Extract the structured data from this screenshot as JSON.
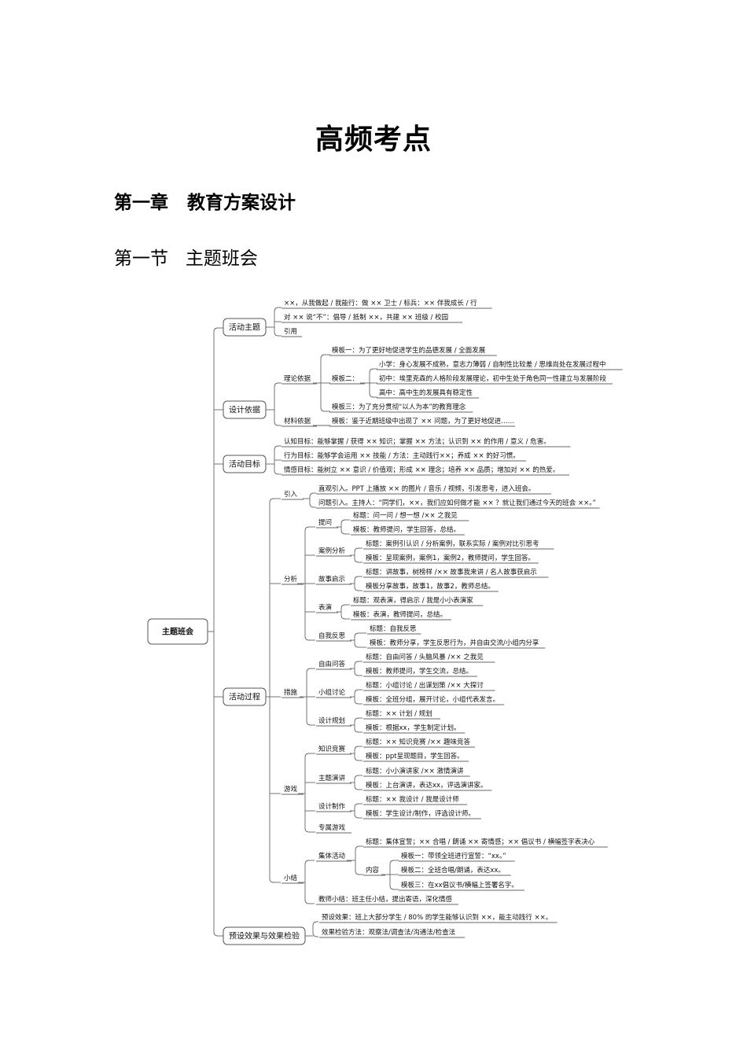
{
  "title": "高频考点",
  "chapter": "第一章   教育方案设计",
  "section": "第一节   主题班会",
  "mindmap": {
    "root": "主题班会",
    "branches": {
      "theme": {
        "label": "活动主题",
        "items": [
          "××，从我做起 / 我能行：做 ×× 卫士 / 标兵：×× 伴我成长 / 行",
          "对 ×× 说“不”：倡导 / 抵制 ××，共建 ×× 班级 / 校园",
          "引用"
        ]
      },
      "basis": {
        "label": "设计依据",
        "theory": "理论依据",
        "t1": "模板一：为了更好地促进学生的品德发展 / 全面发展",
        "t2": "模板二：",
        "t2a": "小学：身心发展不成熟，意志力薄弱 / 自制性比较差 / 思维尚处在发展过程中",
        "t2b": "初中：埃里克森的人格阶段发展理论，初中生处于角色同一性建立与发展阶段",
        "t2c": "高中：高中生的发展具有稳定性",
        "t3": "模板三：为了充分贯彻“以人为本”的教育理念",
        "material": "材料依据",
        "m1": "模板：鉴于近期班级中出现了 ×× 问题，为了更好地促进……"
      },
      "goals": {
        "label": "活动目标",
        "items": [
          "认知目标：能够掌握 / 获得 ×× 知识；掌握 ×× 方法；认识到 ×× 的作用 / 意义 / 危害。",
          "行为目标：能够学会运用 ×× 技能 / 方法：主动践行××；养成 ×× 的好习惯。",
          "情感目标：能树立 ×× 意识 / 价值观；形成 ×× 理念；培养 ×× 品质；增加对 ×× 的热爱。"
        ]
      },
      "process": {
        "label": "活动过程",
        "intro": {
          "label": "引入",
          "items": [
            "直观引入。PPT 上播放 ×× 的图片 / 音乐 / 视频，引发思考，进入班会。",
            "问题引入。主持人：“同学们，××，我们应如何做才能 ×× ？就让我们通过今天的班会 ××。”"
          ]
        },
        "analysis": {
          "label": "分析",
          "items": [
            {
              "label": "提问",
              "lines": [
                "标题：问一问 / 想一想 /×× 之我见",
                "模板：教师提问，学生回答，总结。"
              ]
            },
            {
              "label": "案例分析",
              "lines": [
                "标题：案例引认识 / 分析案例，联系实际 / 案例对比引思考",
                "模板：呈现案例，案例1，案例2，教师提问，学生回答。"
              ]
            },
            {
              "label": "故事启示",
              "lines": [
                "标题：讲故事，树榜样 /×× 故事我来讲 / 名人故事获启示",
                "模板分享故事，故事1，故事2，教师总结。"
              ]
            },
            {
              "label": "表演",
              "lines": [
                "标题：观表演，得启示 / 我是小小表演家",
                "模板：表演，教师提问，总结。"
              ]
            },
            {
              "label": "自我反思",
              "lines": [
                "标题：自我反思",
                "模板：教师分享，学生反思行为，并自由交流/小组内分享"
              ]
            }
          ]
        },
        "measures": {
          "label": "措施",
          "items": [
            {
              "label": "自由问答",
              "lines": [
                "标题：自由问答 / 头脑风暴 /×× 之我见",
                "模板：教师提问，学生交流，总结。"
              ]
            },
            {
              "label": "小组讨论",
              "lines": [
                "标题：小组讨论 / 出谋划策 /×× 大探讨",
                "模板：全班分组，展开讨论，小组代表发言。"
              ]
            },
            {
              "label": "设计规划",
              "lines": [
                "标题：×× 计划 / 规划",
                "模板：根据xx，学生制定计划。"
              ]
            }
          ]
        },
        "games": {
          "label": "游戏",
          "items": [
            {
              "label": "知识竞赛",
              "lines": [
                "标题：×× 知识竞赛 /×× 趣味竞答",
                "模板：ppt呈现题目，学生回答。"
              ]
            },
            {
              "label": "主题演讲",
              "lines": [
                "标题：小小演讲家 /×× 激情演讲",
                "模板：上台演讲，表达xx，评选演讲家。"
              ]
            },
            {
              "label": "设计制作",
              "lines": [
                "标题：×× 我设计 / 我是设计师",
                "模板：学生设计/制作，评选设计师。"
              ]
            },
            {
              "label": "专属游戏",
              "lines": []
            }
          ]
        },
        "summary": {
          "label": "小结",
          "collective": "集体活动",
          "c_title": "标题：集体宣誓；×× 合唱 / 朗诵 ×× 寄情感；×× 倡议书 / 横幅签字表决心",
          "content": "内容",
          "c_lines": [
            "模板一：带领全班进行宣誓：“xx。”",
            "模板二：全班合唱/朗诵，表达xx。",
            "模板三：在xx倡议书/横幅上签署名字。"
          ],
          "teacher": "教师小结：班主任小结，提出寄语，深化情感"
        }
      },
      "effect": {
        "label": "预设效果与效果检验",
        "items": [
          "预设效果：班上大部分学生 / 80% 的学生能够认识到 ××，能主动践行 ××。",
          "效果检验方法：观察法/调查法/沟通法/检查法"
        ]
      }
    }
  }
}
